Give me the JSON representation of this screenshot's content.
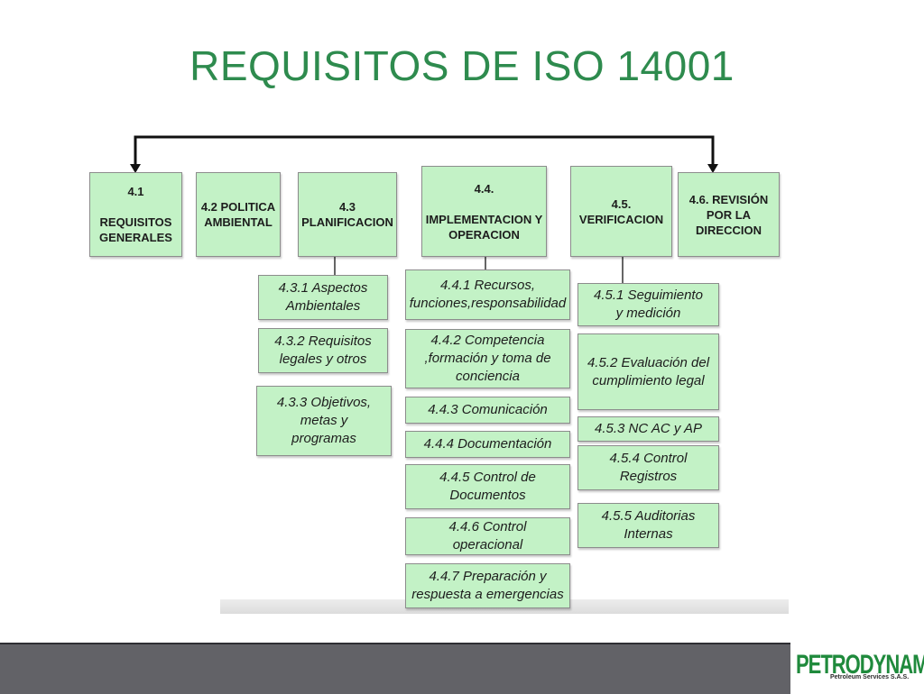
{
  "title": "REQUISITOS DE ISO 14001",
  "top_boxes": [
    {
      "id": "4.1",
      "text": "4.1\n\nREQUISITOS\nGENERALES"
    },
    {
      "id": "4.2",
      "text": "4.2 POLITICA\nAMBIENTAL"
    },
    {
      "id": "4.3",
      "text": "4.3\nPLANIFICACION"
    },
    {
      "id": "4.4",
      "text": "4.4.\n\nIMPLEMENTACION Y\nOPERACION"
    },
    {
      "id": "4.5",
      "text": "4.5.\nVERIFICACION"
    },
    {
      "id": "4.6",
      "text": "4.6. REVISIÓN\nPOR LA\nDIRECCION"
    }
  ],
  "planificacion_items": [
    "4.3.1 Aspectos\nAmbientales",
    "4.3.2 Requisitos\nlegales y otros",
    "4.3.3 Objetivos,\nmetas y\nprogramas"
  ],
  "implementacion_items": [
    "4.4.1 Recursos,\nfunciones,responsabilidad",
    "4.4.2 Competencia\n,formación y toma de\nconciencia",
    "4.4.3 Comunicación",
    "4.4.4 Documentación",
    "4.4.5 Control de\nDocumentos",
    "4.4.6 Control\noperacional",
    "4.4.7 Preparación y\nrespuesta a emergencias"
  ],
  "verificacion_items": [
    "4.5.1 Seguimiento\ny medición",
    "4.5.2 Evaluación del\ncumplimiento legal",
    "4.5.3 NC AC y AP",
    "4.5.4 Control\nRegistros",
    "4.5.5 Auditorias\nInternas"
  ],
  "logo": {
    "name": "PETRODYNAMIC",
    "tagline": "Petroleum Services S.A.S."
  },
  "colors": {
    "title": "#2e8b4e",
    "box_fill": "#c3f2c6",
    "box_border": "#8c8c8c",
    "footer_bar": "#626267",
    "logo": "#1f8a3c"
  }
}
